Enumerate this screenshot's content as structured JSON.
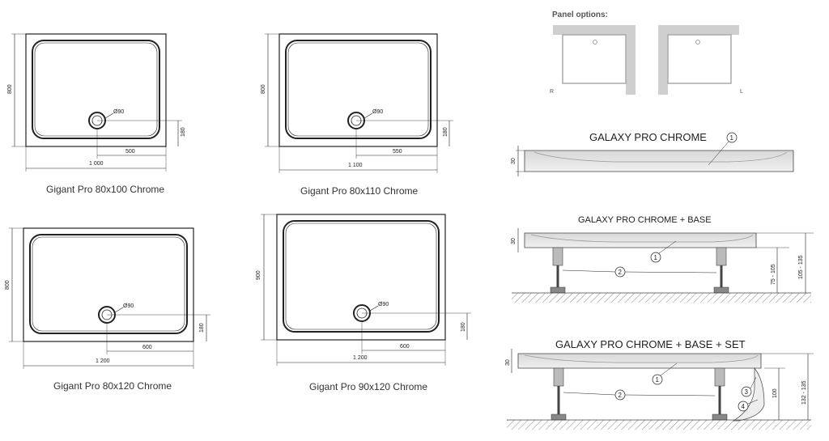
{
  "trays": [
    {
      "caption": "Gigant Pro 80x100 Chrome",
      "height_label": "800",
      "width_label": "1 000",
      "drain_offset_label": "500",
      "drain_depth_label": "180",
      "drain_diameter_label": "Ø90"
    },
    {
      "caption": "Gigant Pro 80x110 Chrome",
      "height_label": "800",
      "width_label": "1 100",
      "drain_offset_label": "550",
      "drain_depth_label": "180",
      "drain_diameter_label": "Ø90"
    },
    {
      "caption": "Gigant Pro 80x120 Chrome",
      "height_label": "800",
      "width_label": "1 200",
      "drain_offset_label": "600",
      "drain_depth_label": "180",
      "drain_diameter_label": "Ø90"
    },
    {
      "caption": "Gigant Pro 90x120 Chrome",
      "height_label": "900",
      "width_label": "1 200",
      "drain_offset_label": "600",
      "drain_depth_label": "180",
      "drain_diameter_label": "Ø90"
    }
  ],
  "panel_options": {
    "title": "Panel options:",
    "left_label": "R",
    "right_label": "L"
  },
  "profiles": [
    {
      "title": "GALAXY PRO CHROME",
      "thickness_label": "30",
      "callouts": [
        "1"
      ]
    },
    {
      "title": "GALAXY PRO CHROME + BASE",
      "thickness_label": "30",
      "leg_range_label": "75 - 105",
      "total_range_label": "105 - 135",
      "callouts": [
        "1",
        "2"
      ]
    },
    {
      "title": "GALAXY PRO CHROME + BASE + SET",
      "thickness_label": "30",
      "leg_label": "100",
      "total_range_label": "132 - 135",
      "callouts": [
        "1",
        "2",
        "3",
        "4"
      ]
    }
  ],
  "colors": {
    "line": "#222222",
    "panel_gray": "#cfcfcf",
    "tray_fill": "#e6e6e6",
    "ground": "#888888"
  }
}
